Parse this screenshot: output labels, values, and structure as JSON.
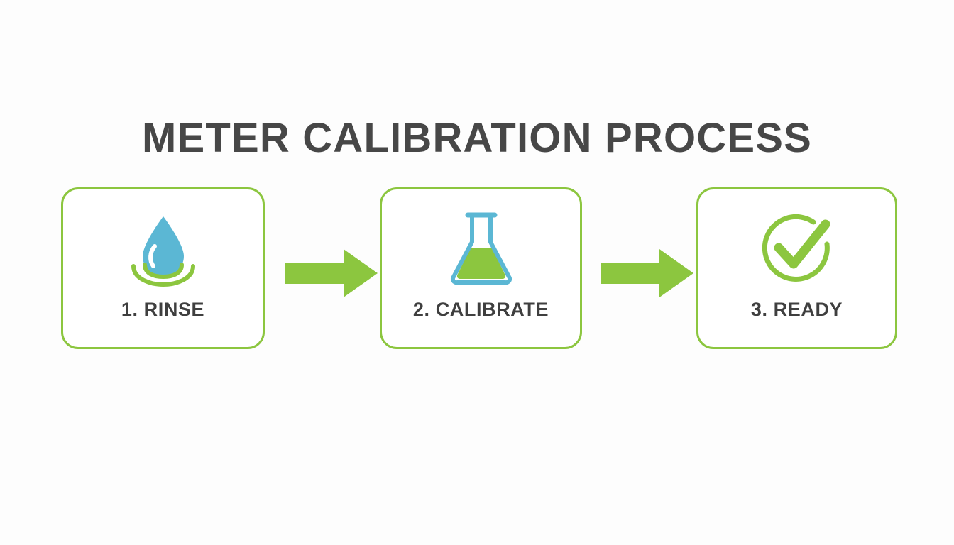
{
  "page": {
    "title": "METER CALIBRATION PROCESS",
    "background_color": "#fdfdfd",
    "title_color": "#474747"
  },
  "theme": {
    "green": "#8cc63f",
    "green_border": "#8cc63f",
    "blue": "#5bb7d4",
    "text_dark": "#3f3f3f",
    "card_background": "#ffffff"
  },
  "steps": [
    {
      "number": "1",
      "label": "1. RINSE",
      "icon": "water-droplet-ripple-icon",
      "icon_colors": {
        "droplet": "#5bb7d4",
        "ripples": "#8cc63f",
        "highlight": "#ffffff"
      }
    },
    {
      "number": "2",
      "label": "2. CALIBRATE",
      "icon": "erlenmeyer-flask-icon",
      "icon_colors": {
        "outline": "#5bb7d4",
        "liquid": "#8cc63f"
      }
    },
    {
      "number": "3",
      "label": "3. READY",
      "icon": "check-circle-icon",
      "icon_colors": {
        "circle": "#8cc63f",
        "check": "#8cc63f"
      }
    }
  ],
  "arrows": [
    {
      "name": "arrow-step-1-to-2",
      "direction": "right",
      "color": "#8cc63f"
    },
    {
      "name": "arrow-step-2-to-3",
      "direction": "right",
      "color": "#8cc63f"
    }
  ]
}
